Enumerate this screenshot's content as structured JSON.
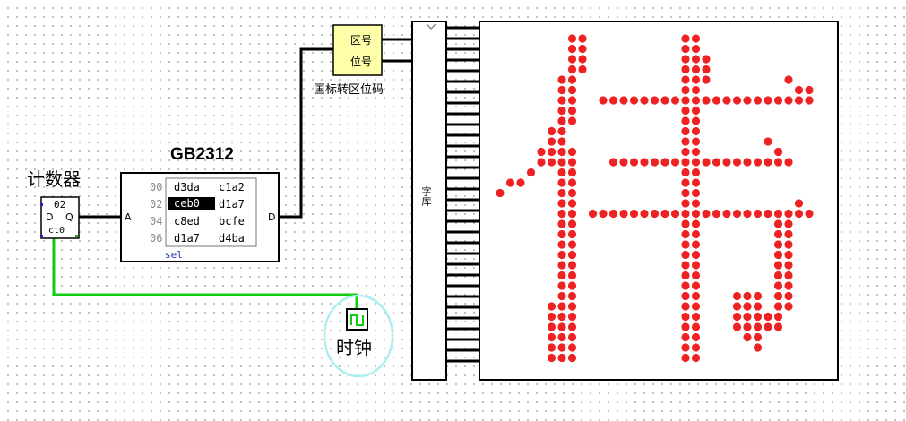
{
  "counter": {
    "title": "计数器",
    "value": "02",
    "port_d": "D",
    "port_q": "Q",
    "port_ct": "ct0"
  },
  "rom": {
    "title": "GB2312",
    "port_a": "A",
    "port_d": "D",
    "port_sel": "sel",
    "rows": [
      {
        "addr": "00",
        "c1": "d3da",
        "c2": "c1a2",
        "sel1": false
      },
      {
        "addr": "02",
        "c1": "ceb0",
        "c2": "d1a7",
        "sel1": true
      },
      {
        "addr": "04",
        "c1": "c8ed",
        "c2": "bcfe",
        "sel1": false
      },
      {
        "addr": "06",
        "c1": "d1a7",
        "c2": "d4ba",
        "sel1": false
      }
    ]
  },
  "converter": {
    "label_zone": "区号",
    "label_pos": "位号",
    "caption": "国标转区位码"
  },
  "font_lib": {
    "label": "字库"
  },
  "clock": {
    "label": "时钟"
  },
  "colors": {
    "led": "#ee2222",
    "wire_black": "#000000",
    "wire_green": "#11cc11",
    "converter_fill": "#ffffaa",
    "clock_ring": "#aaeeee"
  }
}
